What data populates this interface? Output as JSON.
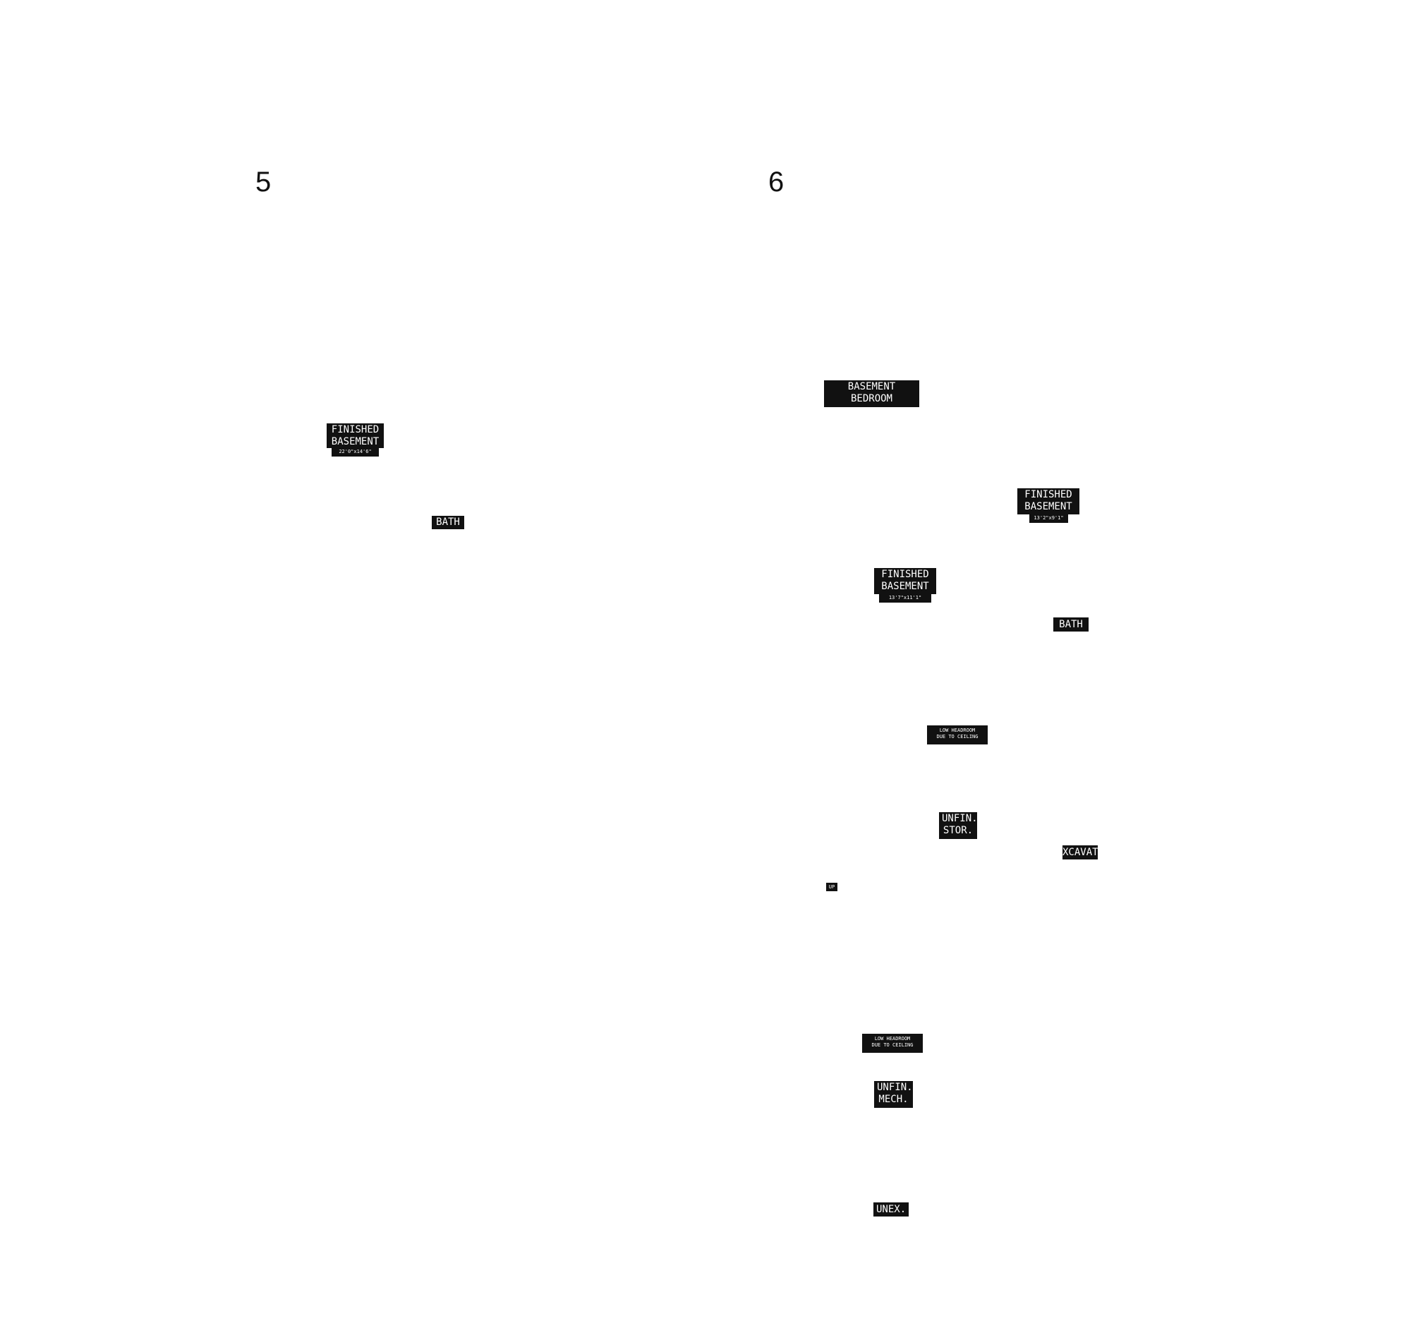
{
  "panels": [
    {
      "number": "5",
      "labels": {
        "finished_basement": "FINISHED\nBASEMENT",
        "finished_basement_dim": "22'0\"x14'6\"",
        "bath": "BATH"
      }
    },
    {
      "number": "6",
      "labels": {
        "basement_bedroom": "BASEMENT\nBEDROOM",
        "finished_basement_a": "FINISHED\nBASEMENT",
        "finished_basement_a_dim": "13'2\"x9'1\"",
        "finished_basement_b": "FINISHED\nBASEMENT",
        "finished_basement_b_dim": "13'7\"x11'1\"",
        "bath": "BATH",
        "low_headroom_a": "LOW HEADROOM\nDUE TO CEILING",
        "unfin_stor": "UNFIN.\nSTOR.",
        "excavation": "XCAVAT",
        "up": "UP",
        "low_headroom_b": "LOW HEADROOM\nDUE TO CEILING",
        "unfin_mech": "UNFIN.\nMECH.",
        "unex": "UNEX."
      }
    }
  ],
  "colors": {
    "label_background": "#111111",
    "label_text": "#ffffff",
    "page_background": "#ffffff"
  }
}
